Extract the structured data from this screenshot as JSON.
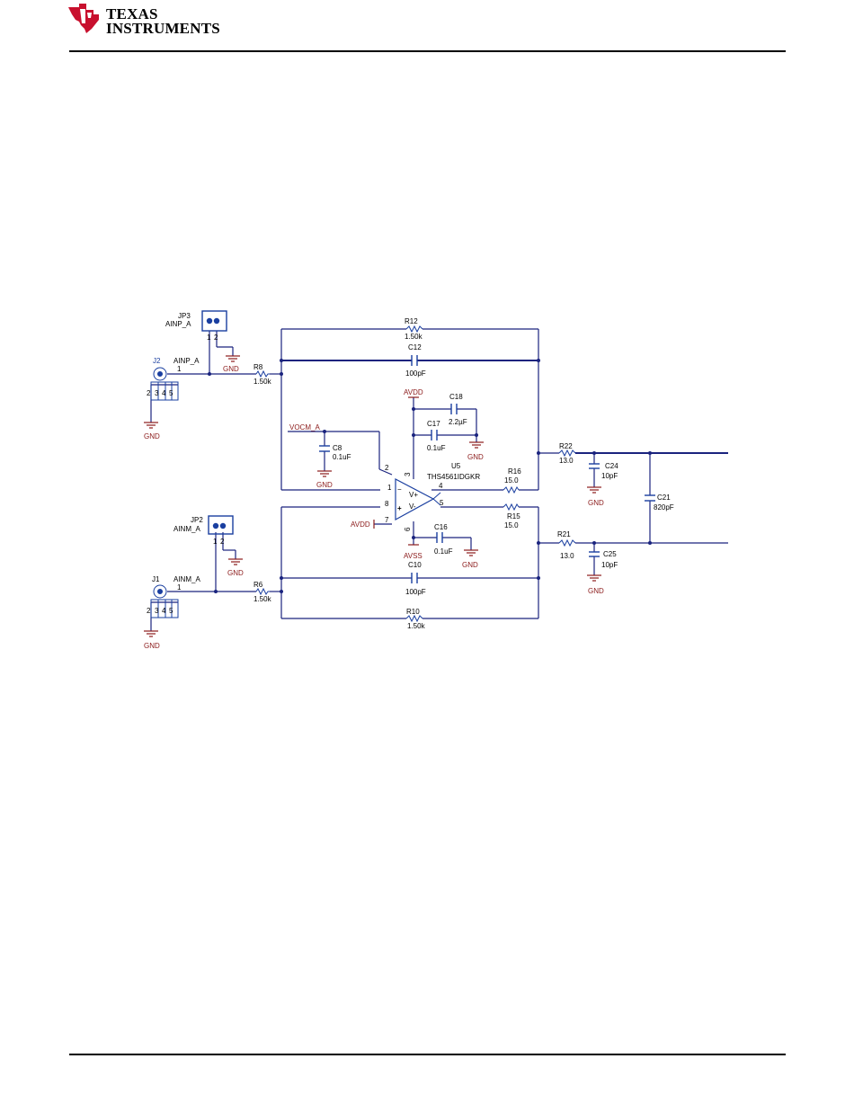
{
  "header": {
    "brand_line1": "TEXAS",
    "brand_line2": "INSTRUMENTS"
  },
  "schematic": {
    "JP3": {
      "ref": "JP3",
      "net": "AINP_A",
      "pin1": "1",
      "pin2": "2"
    },
    "JP2": {
      "ref": "JP2",
      "net": "AINM_A",
      "pin1": "1",
      "pin2": "2"
    },
    "J2": {
      "ref": "J2",
      "net": "AINP_A",
      "pin1": "1",
      "pins": [
        "2",
        "3",
        "4",
        "5"
      ]
    },
    "J1": {
      "ref": "J1",
      "net": "AINM_A",
      "pin1": "1",
      "pins": [
        "2",
        "3",
        "4",
        "5"
      ]
    },
    "R8": {
      "ref": "R8",
      "value": "1.50k"
    },
    "R6": {
      "ref": "R6",
      "value": "1.50k"
    },
    "R12": {
      "ref": "R12",
      "value": "1.50k"
    },
    "R10": {
      "ref": "R10",
      "value": "1.50k"
    },
    "C12": {
      "ref": "C12",
      "value": "100pF"
    },
    "C10": {
      "ref": "C10",
      "value": "100pF"
    },
    "C18": {
      "ref": "C18",
      "value": "2.2µF"
    },
    "C17": {
      "ref": "C17",
      "value": "0.1uF"
    },
    "C16": {
      "ref": "C16",
      "value": "0.1uF"
    },
    "C8": {
      "ref": "C8",
      "value": "0.1uF"
    },
    "R16": {
      "ref": "R16",
      "value": "15.0"
    },
    "R15": {
      "ref": "R15",
      "value": "15.0"
    },
    "R22": {
      "ref": "R22",
      "value": "13.0"
    },
    "R21": {
      "ref": "R21",
      "value": "13.0"
    },
    "C24": {
      "ref": "C24",
      "value": "10pF"
    },
    "C25": {
      "ref": "C25",
      "value": "10pF"
    },
    "C21": {
      "ref": "C21",
      "value": "820pF"
    },
    "U5": {
      "ref": "U5",
      "part": "THS4561IDGKR",
      "pin_vp": "V+",
      "pin_vm": "V-",
      "pins": {
        "p1": "1",
        "p2": "2",
        "p3": "3",
        "p4": "4",
        "p5": "5",
        "p6": "6",
        "p7": "7",
        "p8": "8"
      },
      "minus": "−",
      "plus": "+"
    },
    "nets": {
      "gnd": "GND",
      "avdd": "AVDD",
      "avss": "AVSS",
      "vocm": "VOCM_A"
    }
  },
  "colors": {
    "wire": "#1a237e",
    "component": "#1a3fa0",
    "power": "#8b1a1a",
    "logo_red": "#c8102e"
  }
}
